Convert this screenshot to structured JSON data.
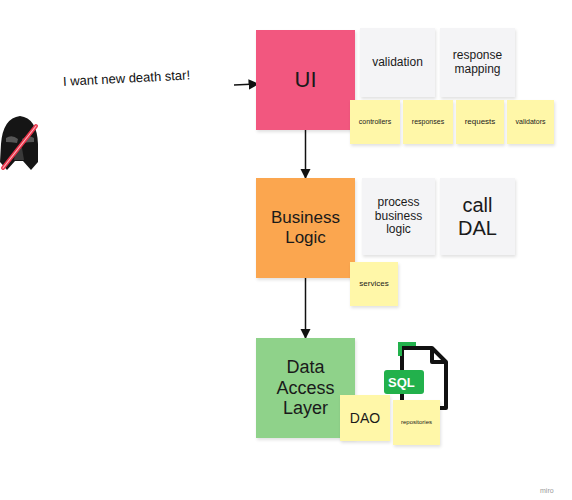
{
  "diagram": {
    "nodes": [
      {
        "text": [
          "UI"
        ]
      },
      {
        "text": [
          "validation"
        ]
      },
      {
        "text": [
          "response mapping"
        ]
      },
      {
        "text": [
          "controllers"
        ]
      },
      {
        "text": [
          "responses"
        ]
      },
      {
        "text": [
          "requests"
        ]
      },
      {
        "text": [
          "validators"
        ]
      },
      {
        "text": [
          "Business Logic"
        ]
      },
      {
        "text": [
          "process business logic"
        ]
      },
      {
        "text": [
          "call DAL"
        ]
      },
      {
        "text": [
          "services"
        ]
      },
      {
        "text": [
          "Data Access Layer"
        ]
      },
      {
        "text": [
          "DAO"
        ]
      },
      {
        "text": [
          "repositories"
        ]
      }
    ],
    "edges": [
      {
        "from": 0,
        "to": 7,
        "arrow": "to"
      },
      {
        "from": 7,
        "to": 11,
        "arrow": "to"
      }
    ],
    "labels": [
      "I want new death star!",
      "SQL",
      "miro"
    ]
  }
}
